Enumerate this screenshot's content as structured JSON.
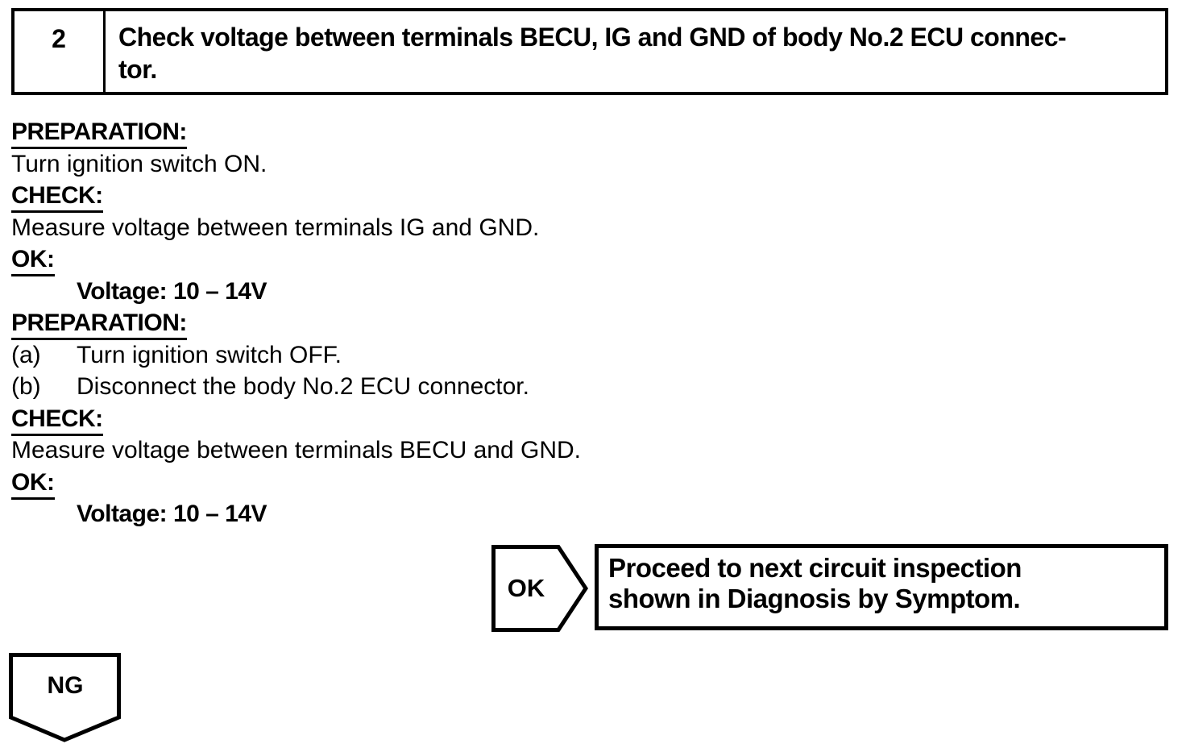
{
  "page": {
    "background": "#ffffff",
    "ink": "#000000"
  },
  "step_header": {
    "number": "2",
    "title": "Check voltage between terminals BECU, IG and GND of body No.2 ECU connec-\ntor."
  },
  "procedure": {
    "sections": [
      {
        "type": "heading",
        "text": "PREPARATION:"
      },
      {
        "type": "text",
        "text": "Turn ignition switch ON."
      },
      {
        "type": "heading",
        "text": "CHECK:"
      },
      {
        "type": "text",
        "text": "Measure voltage between terminals IG and GND."
      },
      {
        "type": "heading",
        "text": "OK:"
      },
      {
        "type": "spec",
        "text": "Voltage: 10 – 14V"
      },
      {
        "type": "heading",
        "text": "PREPARATION:"
      },
      {
        "type": "step",
        "marker": "(a)",
        "text": "Turn ignition switch OFF."
      },
      {
        "type": "step",
        "marker": "(b)",
        "text": "Disconnect the body No.2 ECU connector."
      },
      {
        "type": "heading",
        "text": "CHECK:"
      },
      {
        "type": "text",
        "text": "Measure voltage between terminals BECU and GND."
      },
      {
        "type": "heading",
        "text": "OK:"
      },
      {
        "type": "spec",
        "text": "Voltage: 10 – 14V"
      }
    ]
  },
  "flow": {
    "ok": {
      "label": "OK",
      "result": "Proceed to next circuit inspection\nshown in Diagnosis by Symptom."
    },
    "ng": {
      "label": "NG"
    }
  }
}
